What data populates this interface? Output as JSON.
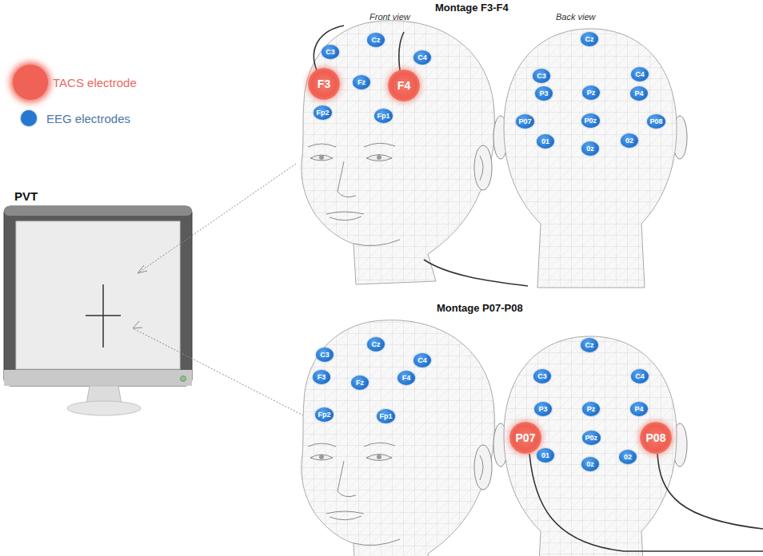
{
  "diagram": {
    "nodes": [
      {
        "text": [
          "C3"
        ]
      },
      {
        "text": [
          "Cz"
        ]
      },
      {
        "text": [
          "C4"
        ]
      },
      {
        "text": [
          "F3"
        ]
      },
      {
        "text": [
          "Fz"
        ]
      },
      {
        "text": [
          "F4"
        ]
      },
      {
        "text": [
          "Fp2"
        ]
      },
      {
        "text": [
          "Fp1"
        ]
      },
      {
        "text": [
          "Cz"
        ]
      },
      {
        "text": [
          "C3"
        ]
      },
      {
        "text": [
          "C4"
        ]
      },
      {
        "text": [
          "P3"
        ]
      },
      {
        "text": [
          "Pz"
        ]
      },
      {
        "text": [
          "P4"
        ]
      },
      {
        "text": [
          "P07"
        ]
      },
      {
        "text": [
          "P0z"
        ]
      },
      {
        "text": [
          "P08"
        ]
      },
      {
        "text": [
          "01"
        ]
      },
      {
        "text": [
          "0z"
        ]
      },
      {
        "text": [
          "02"
        ]
      },
      {
        "text": [
          "C3"
        ]
      },
      {
        "text": [
          "Cz"
        ]
      },
      {
        "text": [
          "C4"
        ]
      },
      {
        "text": [
          "F3"
        ]
      },
      {
        "text": [
          "Fz"
        ]
      },
      {
        "text": [
          "F4"
        ]
      },
      {
        "text": [
          "Fp2"
        ]
      },
      {
        "text": [
          "Fp1"
        ]
      },
      {
        "text": [
          "Cz"
        ]
      },
      {
        "text": [
          "C3"
        ]
      },
      {
        "text": [
          "C4"
        ]
      },
      {
        "text": [
          "P3"
        ]
      },
      {
        "text": [
          "Pz"
        ]
      },
      {
        "text": [
          "P4"
        ]
      },
      {
        "text": [
          "P07"
        ]
      },
      {
        "text": [
          "P0z"
        ]
      },
      {
        "text": [
          "P08"
        ]
      },
      {
        "text": [
          "01"
        ]
      },
      {
        "text": [
          "0z"
        ]
      },
      {
        "text": [
          "02"
        ]
      }
    ],
    "labels": [
      "Montage F3-F4",
      "Front view",
      "Back view",
      "PVT",
      "Montage P07-P08"
    ],
    "legend": [
      {
        "text": "TACS electrode",
        "color": "#ef6255"
      },
      {
        "text": "EEG electrodes",
        "color": "#2677d0"
      }
    ]
  }
}
